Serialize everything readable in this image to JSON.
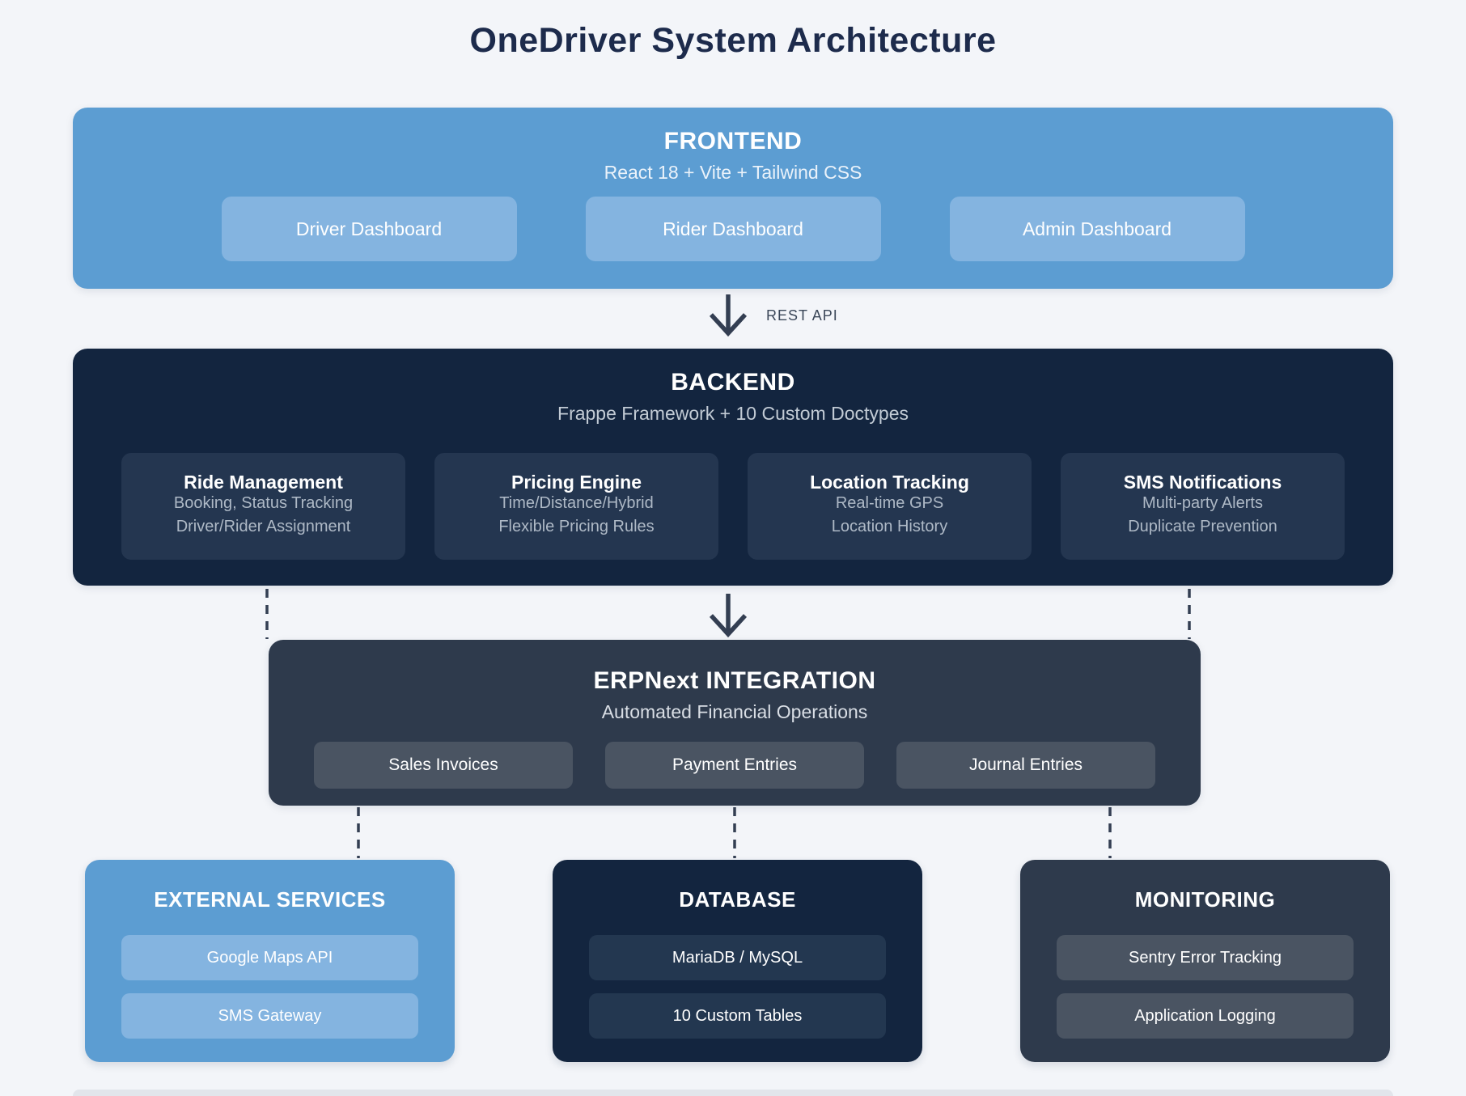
{
  "page": {
    "title": "OneDriver System Architecture"
  },
  "frontend": {
    "title": "FRONTEND",
    "subtitle": "React 18 + Vite + Tailwind CSS",
    "chips": [
      "Driver Dashboard",
      "Rider Dashboard",
      "Admin Dashboard"
    ]
  },
  "connector_rest_api": {
    "label": "REST API"
  },
  "backend": {
    "title": "BACKEND",
    "subtitle": "Frappe Framework + 10 Custom Doctypes",
    "modules": [
      {
        "title": "Ride Management",
        "line1": "Booking, Status Tracking",
        "line2": "Driver/Rider Assignment"
      },
      {
        "title": "Pricing Engine",
        "line1": "Time/Distance/Hybrid",
        "line2": "Flexible Pricing Rules"
      },
      {
        "title": "Location Tracking",
        "line1": "Real-time GPS",
        "line2": "Location History"
      },
      {
        "title": "SMS Notifications",
        "line1": "Multi-party Alerts",
        "line2": "Duplicate Prevention"
      }
    ]
  },
  "erpnext": {
    "title": "ERPNext INTEGRATION",
    "subtitle": "Automated Financial Operations",
    "chips": [
      "Sales Invoices",
      "Payment Entries",
      "Journal Entries"
    ]
  },
  "external_services": {
    "title": "EXTERNAL SERVICES",
    "chips": [
      "Google Maps API",
      "SMS Gateway"
    ]
  },
  "database": {
    "title": "DATABASE",
    "chips": [
      "MariaDB / MySQL",
      "10 Custom Tables"
    ]
  },
  "monitoring": {
    "title": "MONITORING",
    "chips": [
      "Sentry Error Tracking",
      "Application Logging"
    ]
  },
  "colors": {
    "background": "#f3f5f9",
    "title_text": "#1d2b4c",
    "blue_panel": "#5c9dd2",
    "blue_chip": "#84b4e0",
    "navy_panel": "#13253f",
    "navy_chip": "#243650",
    "slate_panel": "#2e3a4c",
    "slate_chip": "#4a5462",
    "connector_line": "#333e52",
    "muted_text": "#aeb9c6"
  }
}
